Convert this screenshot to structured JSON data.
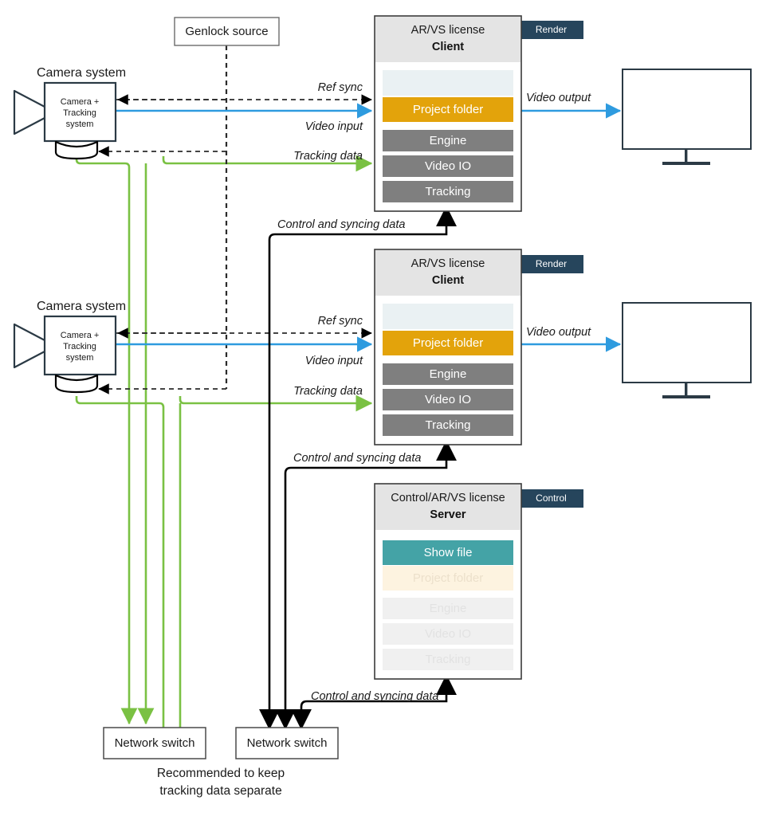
{
  "diagram": {
    "title_caption": "Recommended to keep\ntracking data separate",
    "caption_line1": "Recommended to keep",
    "caption_line2": "tracking data separate"
  },
  "colors": {
    "orange": "#e3a30b",
    "teal": "#44a3a6",
    "grey_row": "#7f7f7f",
    "header_grey": "#e4e4e4",
    "pale_blue": "#eaf1f3",
    "badge_navy": "#26455c",
    "green": "#7ac143",
    "blue": "#2e9bdf",
    "dark_outline": "#3b4a55",
    "faded_cream": "#fdf3e0",
    "faded_grey": "#f0f0f0",
    "black": "#000000"
  },
  "genlock": {
    "label": "Genlock source"
  },
  "cameras": [
    {
      "title": "Camera system",
      "body_line1": "Camera +",
      "body_line2": "Tracking",
      "body_line3": "system"
    },
    {
      "title": "Camera system",
      "body_line1": "Camera +",
      "body_line2": "Tracking",
      "body_line3": "system"
    }
  ],
  "link_labels": {
    "ref_sync": "Ref sync",
    "video_input": "Video input",
    "tracking_data": "Tracking data",
    "video_output": "Video output",
    "control_sync": "Control and syncing data"
  },
  "nodes": [
    {
      "id": "client-1",
      "license": "AR/VS license",
      "role": "Client",
      "badge": "Render",
      "rows": [
        {
          "label": "",
          "style": "pale"
        },
        {
          "label": "Project folder",
          "style": "orange"
        },
        {
          "label": "Engine",
          "style": "grey"
        },
        {
          "label": "Video IO",
          "style": "grey"
        },
        {
          "label": "Tracking",
          "style": "grey"
        }
      ]
    },
    {
      "id": "client-2",
      "license": "AR/VS license",
      "role": "Client",
      "badge": "Render",
      "rows": [
        {
          "label": "",
          "style": "pale"
        },
        {
          "label": "Project folder",
          "style": "orange"
        },
        {
          "label": "Engine",
          "style": "grey"
        },
        {
          "label": "Video IO",
          "style": "grey"
        },
        {
          "label": "Tracking",
          "style": "grey"
        }
      ]
    },
    {
      "id": "server",
      "license": "Control/AR/VS license",
      "role": "Server",
      "badge": "Control",
      "rows": [
        {
          "label": "Show file",
          "style": "teal"
        },
        {
          "label": "Project folder",
          "style": "faded-orange"
        },
        {
          "label": "Engine",
          "style": "faded-grey"
        },
        {
          "label": "Video IO",
          "style": "faded-grey"
        },
        {
          "label": "Tracking",
          "style": "faded-grey"
        }
      ]
    }
  ],
  "switches": [
    {
      "label": "Network switch"
    },
    {
      "label": "Network switch"
    }
  ],
  "monitors": [
    {
      "name": "display-1"
    },
    {
      "name": "display-2"
    }
  ]
}
